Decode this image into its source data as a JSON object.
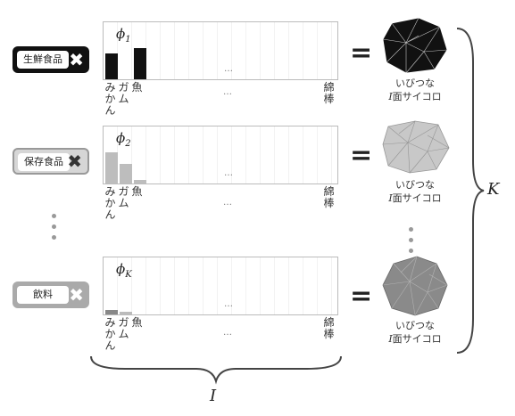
{
  "tags": [
    {
      "label": "生鮮食品",
      "close": "✖"
    },
    {
      "label": "保存食品",
      "close": "✖"
    },
    {
      "label": "飲料",
      "close": "✖"
    }
  ],
  "histograms": [
    {
      "symbol": "ϕ",
      "subscript": "1",
      "dots": "…",
      "bars": [
        {
          "slot": 0,
          "level": 0.45,
          "color": "#111"
        },
        {
          "slot": 2,
          "level": 0.55,
          "color": "#111"
        }
      ]
    },
    {
      "symbol": "ϕ",
      "subscript": "2",
      "dots": "…",
      "bars": [
        {
          "slot": 0,
          "level": 0.55,
          "color": "#bdbdbd"
        },
        {
          "slot": 1,
          "level": 0.35,
          "color": "#bdbdbd"
        },
        {
          "slot": 2,
          "level": 0.06,
          "color": "#bdbdbd"
        }
      ]
    },
    {
      "symbol": "ϕ",
      "subscript": "K",
      "dots": "…",
      "bars": [
        {
          "slot": 0,
          "level": 0.08,
          "color": "#888"
        },
        {
          "slot": 1,
          "level": 0.04,
          "color": "#bbb"
        }
      ]
    }
  ],
  "x_labels": {
    "c1": "み\nか\nん",
    "c2": "ガ\nム",
    "c3": "魚",
    "last": "綿\n棒",
    "dots": "…"
  },
  "equals": "=",
  "dice_label": {
    "line1": "いびつな",
    "var": "I",
    "rest": "面サイコロ"
  },
  "dice_colors": [
    "#111111",
    "#c8c8c8",
    "#8a8a8a"
  ],
  "brace_labels": {
    "K": "K",
    "I": "I"
  }
}
